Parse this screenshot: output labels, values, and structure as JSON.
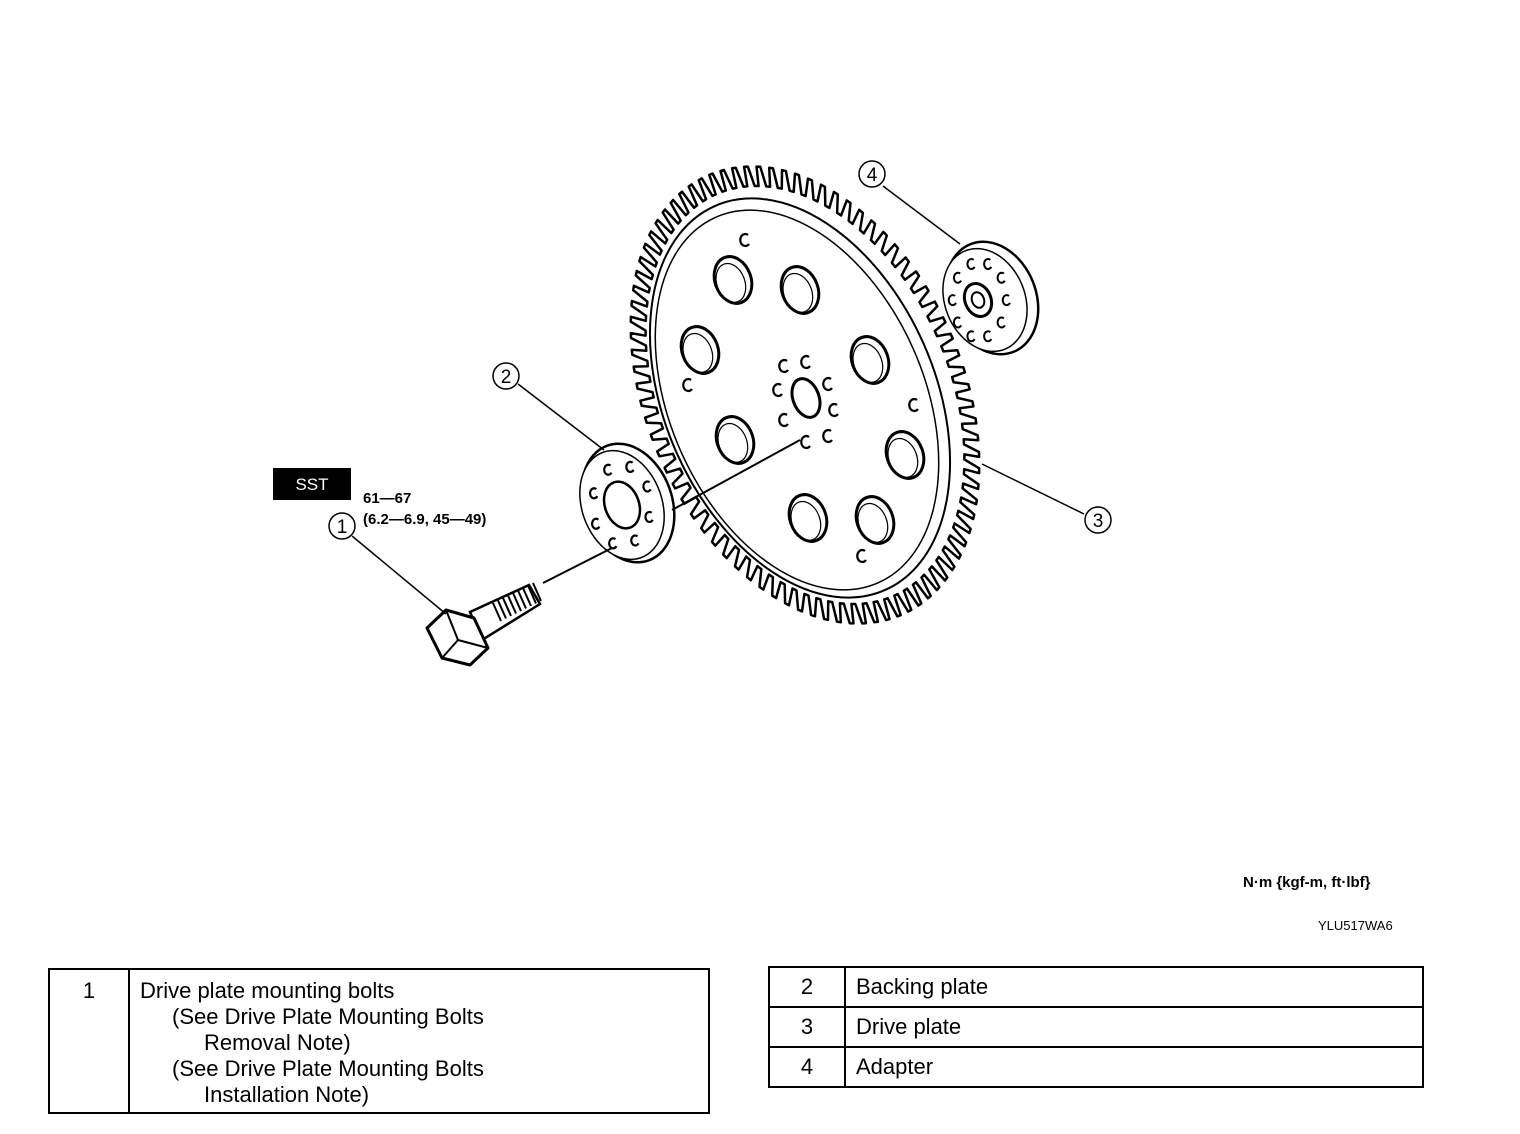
{
  "diagram": {
    "sst_label": "SST",
    "torque_line1": "61—67",
    "torque_line2": "(6.2—6.9, 45—49)",
    "callouts": [
      "1",
      "2",
      "3",
      "4"
    ],
    "units": "N·m {kgf-m, ft·lbf}",
    "figure_code": "YLU517WA6"
  },
  "legend": {
    "item1": {
      "number": "1",
      "name": "Drive plate mounting bolts",
      "note1_line1": "(See Drive Plate Mounting Bolts",
      "note1_line2": "Removal Note)",
      "note2_line1": "(See Drive Plate Mounting Bolts",
      "note2_line2": "Installation Note)"
    },
    "items": [
      {
        "number": "2",
        "name": "Backing plate"
      },
      {
        "number": "3",
        "name": "Drive plate"
      },
      {
        "number": "4",
        "name": "Adapter"
      }
    ]
  }
}
